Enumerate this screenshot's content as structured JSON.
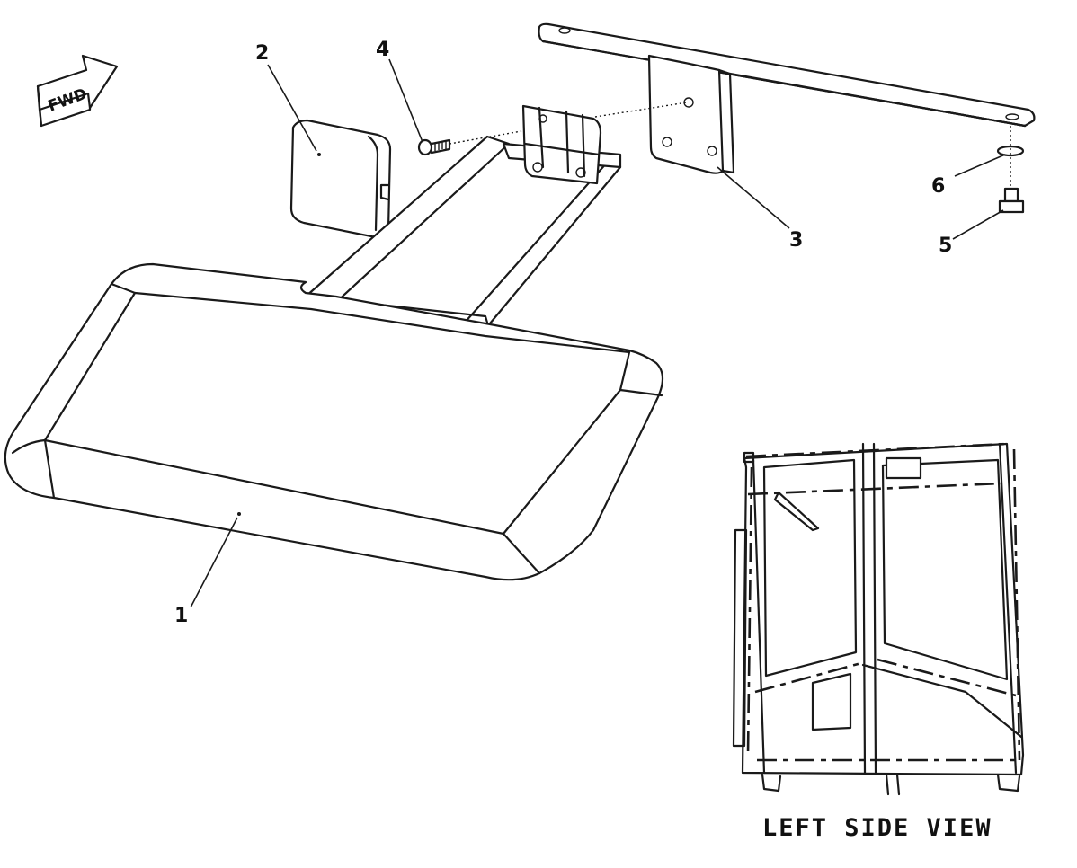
{
  "direction_arrow": {
    "label": "FWD"
  },
  "callouts": {
    "mirror": "1",
    "lamp": "2",
    "bracket": "3",
    "screw": "4",
    "bolt": "5",
    "washer": "6"
  },
  "inset": {
    "label": "LEFT SIDE VIEW"
  },
  "colors": {
    "line": "#1a1a1a",
    "background": "#ffffff"
  }
}
